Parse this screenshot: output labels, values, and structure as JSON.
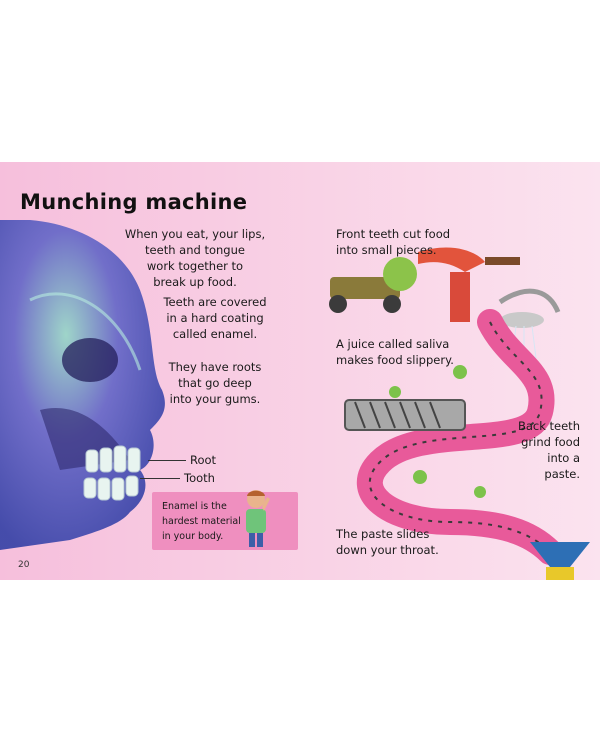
{
  "page": {
    "title": "Munching machine",
    "page_number": "20",
    "intro": [
      "When you eat, your lips,",
      "teeth and tongue",
      "work together to",
      "break up food."
    ],
    "enamel_text": [
      "Teeth are covered",
      "in a hard coating",
      "called enamel."
    ],
    "roots_text": [
      "They have roots",
      "that go deep",
      "into your gums."
    ],
    "labels": {
      "root": "Root",
      "tooth": "Tooth"
    },
    "callout": [
      "Enamel is the",
      "hardest material",
      "in your body."
    ],
    "front_teeth": [
      "Front teeth cut food",
      "into small pieces."
    ],
    "saliva": [
      "A juice called saliva",
      "makes food slippery."
    ],
    "back_teeth": [
      "Back teeth",
      "grind food",
      "into a paste."
    ],
    "paste": [
      "The paste slides",
      "down your throat."
    ]
  },
  "colors": {
    "page_bg": "#f6bfdc",
    "callout_bg": "#ef8fbf",
    "skull_tint": "#4b5fc4",
    "conveyor": "#e85a9a"
  },
  "icons": {
    "skull": "skull-xray-icon",
    "boy": "boy-pointing-icon",
    "machine": "munching-machine-illustration"
  }
}
